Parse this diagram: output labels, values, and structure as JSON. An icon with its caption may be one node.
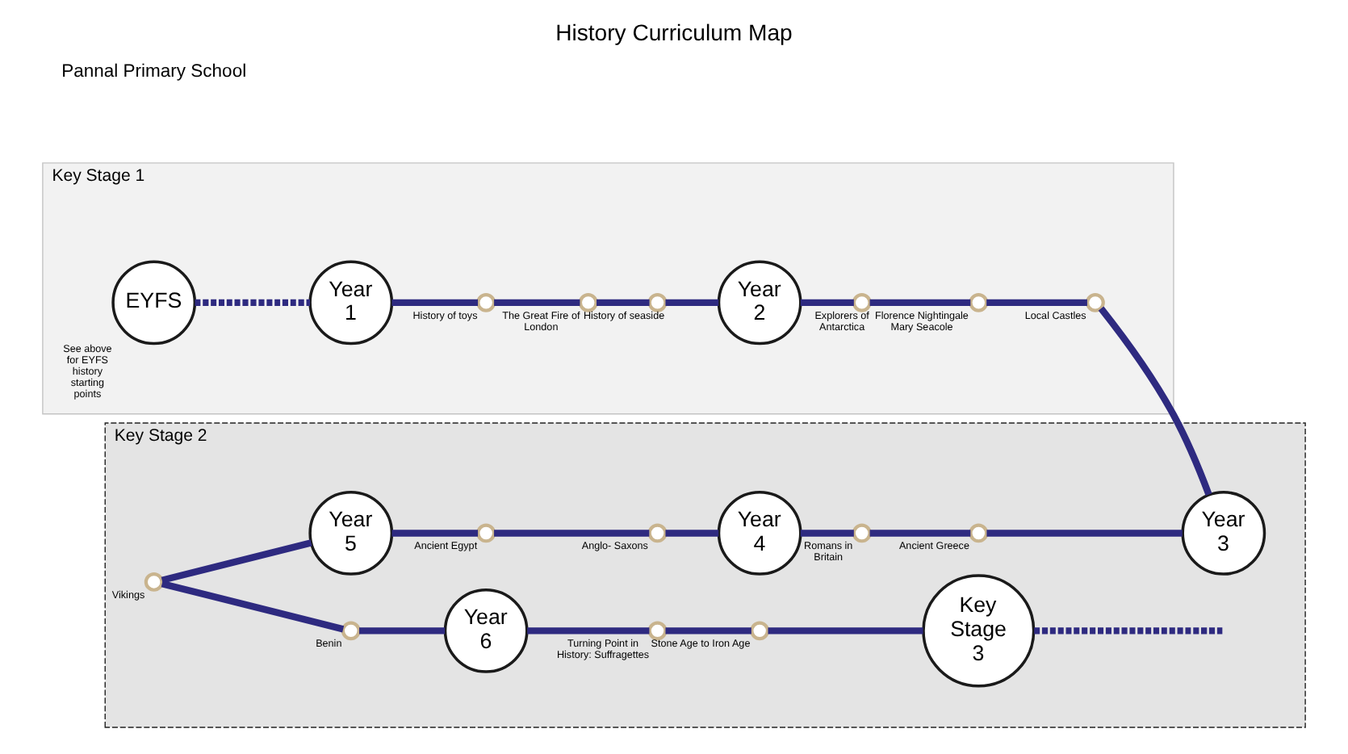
{
  "diagram": {
    "title": "History Curriculum Map",
    "nodes": [
      {
        "text": [
          "Key Stage 1"
        ]
      },
      {
        "text": [
          "EYFS"
        ],
        "in": 0,
        "beside": [
          "See above for EYFS history starting points"
        ]
      },
      {
        "text": [
          "Year 1"
        ],
        "in": 0
      },
      {
        "text": [],
        "shape": "circle",
        "in": 0,
        "beside": [
          "History of toys"
        ]
      },
      {
        "text": [],
        "shape": "circle",
        "in": 0,
        "beside": [
          "The Great Fire of London"
        ]
      },
      {
        "text": [],
        "shape": "circle",
        "in": 0,
        "beside": [
          "History of seaside"
        ]
      },
      {
        "text": [
          "Year 2"
        ],
        "in": 0
      },
      {
        "text": [],
        "shape": "circle",
        "in": 0,
        "beside": [
          "Explorers of Antarctica"
        ]
      },
      {
        "text": [],
        "shape": "circle",
        "in": 0,
        "beside": [
          "Florence Nightingale Mary Seacole"
        ]
      },
      {
        "text": [],
        "shape": "circle",
        "in": 0,
        "beside": [
          "Local Castles"
        ]
      },
      {
        "text": [
          "Key Stage 2"
        ]
      },
      {
        "text": [
          "Year 3"
        ],
        "in": 10
      },
      {
        "text": [],
        "shape": "circle",
        "in": 10,
        "beside": [
          "Ancient Greece"
        ]
      },
      {
        "text": [],
        "shape": "circle",
        "in": 10,
        "beside": [
          "Romans in Britain"
        ]
      },
      {
        "text": [
          "Year 4"
        ],
        "in": 10
      },
      {
        "text": [],
        "shape": "circle",
        "in": 10,
        "beside": [
          "Anglo- Saxons"
        ]
      },
      {
        "text": [],
        "shape": "circle",
        "in": 10,
        "beside": [
          "Ancient Egypt"
        ]
      },
      {
        "text": [
          "Year 5"
        ],
        "in": 10
      },
      {
        "text": [],
        "shape": "circle",
        "in": 10,
        "beside": [
          "Vikings"
        ]
      },
      {
        "text": [],
        "shape": "circle",
        "in": 10,
        "beside": [
          "Benin"
        ]
      },
      {
        "text": [
          "Year 6"
        ],
        "in": 10
      },
      {
        "text": [],
        "shape": "circle",
        "in": 10,
        "beside": [
          "Turning Point in History: Suffragettes"
        ]
      },
      {
        "text": [],
        "shape": "circle",
        "in": 10,
        "beside": [
          "Stone Age to Iron Age"
        ]
      },
      {
        "text": [
          "Key Stage 3"
        ],
        "in": 10
      }
    ],
    "edges": [
      {
        "from": 1,
        "to": 2,
        "arrow": "none",
        "style": "dashed"
      },
      {
        "from": 2,
        "to": 3,
        "arrow": "none"
      },
      {
        "from": 3,
        "to": 4,
        "arrow": "none"
      },
      {
        "from": 4,
        "to": 5,
        "arrow": "none"
      },
      {
        "from": 5,
        "to": 6,
        "arrow": "none"
      },
      {
        "from": 6,
        "to": 7,
        "arrow": "none"
      },
      {
        "from": 7,
        "to": 8,
        "arrow": "none"
      },
      {
        "from": 8,
        "to": 9,
        "arrow": "none"
      },
      {
        "from": 9,
        "to": 11,
        "arrow": "none"
      },
      {
        "from": 11,
        "to": 12,
        "arrow": "none"
      },
      {
        "from": 12,
        "to": 13,
        "arrow": "none"
      },
      {
        "from": 13,
        "to": 14,
        "arrow": "none"
      },
      {
        "from": 14,
        "to": 15,
        "arrow": "none"
      },
      {
        "from": 15,
        "to": 16,
        "arrow": "none"
      },
      {
        "from": 16,
        "to": 17,
        "arrow": "none"
      },
      {
        "from": 17,
        "to": 18,
        "arrow": "none"
      },
      {
        "from": 18,
        "to": 19,
        "arrow": "none"
      },
      {
        "from": 19,
        "to": 20,
        "arrow": "none"
      },
      {
        "from": 20,
        "to": 21,
        "arrow": "none"
      },
      {
        "from": 21,
        "to": 22,
        "arrow": "none"
      },
      {
        "from": 22,
        "to": 23,
        "arrow": "none"
      },
      {
        "from": 23,
        "to": null,
        "arrow": "none",
        "style": "dashed"
      }
    ],
    "labels": [
      "Pannal Primary School"
    ]
  }
}
